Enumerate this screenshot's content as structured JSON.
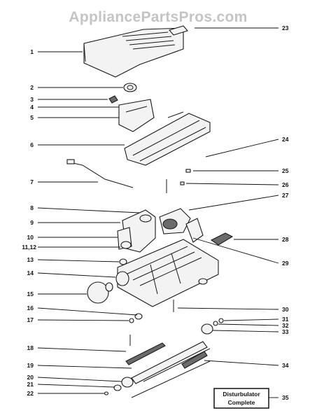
{
  "watermark": "AppliancePartsPros.com",
  "callouts": {
    "n1": "1",
    "n2": "2",
    "n3": "3",
    "n4": "4",
    "n5": "5",
    "n6": "6",
    "n7": "7",
    "n8": "8",
    "n9": "9",
    "n10": "10",
    "n11": "11,12",
    "n13": "13",
    "n14": "14",
    "n15": "15",
    "n16": "16",
    "n17": "17",
    "n18": "18",
    "n19": "19",
    "n20": "20",
    "n21": "21",
    "n22": "22",
    "n23": "23",
    "n24": "24",
    "n25": "25",
    "n26": "26",
    "n27": "27",
    "n28": "28",
    "n29": "29",
    "n30": "30",
    "n31": "31",
    "n32": "32",
    "n33": "33",
    "n34": "34",
    "n35": "35"
  },
  "box": {
    "line1": "Disturbulator",
    "line2": "Complete"
  }
}
